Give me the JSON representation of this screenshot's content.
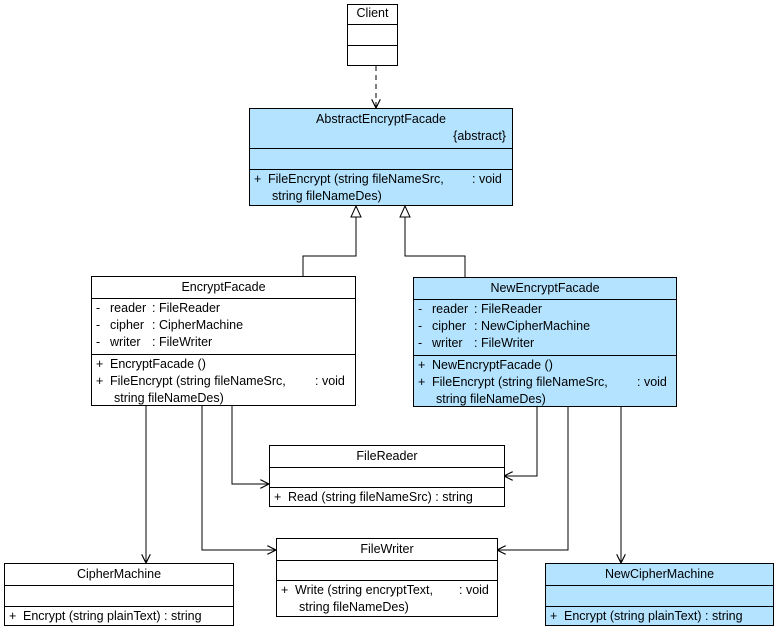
{
  "classes": {
    "client": {
      "name": "Client"
    },
    "abstract_facade": {
      "name": "AbstractEncryptFacade",
      "stereotype": "{abstract}",
      "ops": [
        {
          "vis": "+",
          "text": "FileEncrypt (string fileNameSrc,",
          "ret": ": void",
          "cont": "string fileNameDes)"
        }
      ]
    },
    "encrypt_facade": {
      "name": "EncryptFacade",
      "attrs": [
        {
          "vis": "-",
          "name": "reader",
          "type": ": FileReader"
        },
        {
          "vis": "-",
          "name": "cipher",
          "type": ": CipherMachine"
        },
        {
          "vis": "-",
          "name": "writer",
          "type": ": FileWriter"
        }
      ],
      "ops": [
        {
          "vis": "+",
          "text": "EncryptFacade ()"
        },
        {
          "vis": "+",
          "text": "FileEncrypt (string fileNameSrc,",
          "ret": ": void",
          "cont": "string fileNameDes)"
        }
      ]
    },
    "new_encrypt_facade": {
      "name": "NewEncryptFacade",
      "attrs": [
        {
          "vis": "-",
          "name": "reader",
          "type": ": FileReader"
        },
        {
          "vis": "-",
          "name": "cipher",
          "type": ": NewCipherMachine"
        },
        {
          "vis": "-",
          "name": "writer",
          "type": ": FileWriter"
        }
      ],
      "ops": [
        {
          "vis": "+",
          "text": "NewEncryptFacade ()"
        },
        {
          "vis": "+",
          "text": "FileEncrypt (string fileNameSrc,",
          "ret": ": void",
          "cont": "string fileNameDes)"
        }
      ]
    },
    "file_reader": {
      "name": "FileReader",
      "ops": [
        {
          "vis": "+",
          "text": "Read (string fileNameSrc) : string"
        }
      ]
    },
    "file_writer": {
      "name": "FileWriter",
      "ops": [
        {
          "vis": "+",
          "text": "Write (string encryptText,",
          "ret": ": void",
          "cont": "string fileNameDes)"
        }
      ]
    },
    "cipher_machine": {
      "name": "CipherMachine",
      "ops": [
        {
          "vis": "+",
          "text": "Encrypt (string plainText) : string"
        }
      ]
    },
    "new_cipher_machine": {
      "name": "NewCipherMachine",
      "ops": [
        {
          "vis": "+",
          "text": "Encrypt (string plainText) : string"
        }
      ]
    }
  },
  "colors": {
    "class_fill": "#ffffff",
    "highlight_fill": "#b3e3ff",
    "line": "#000000"
  }
}
